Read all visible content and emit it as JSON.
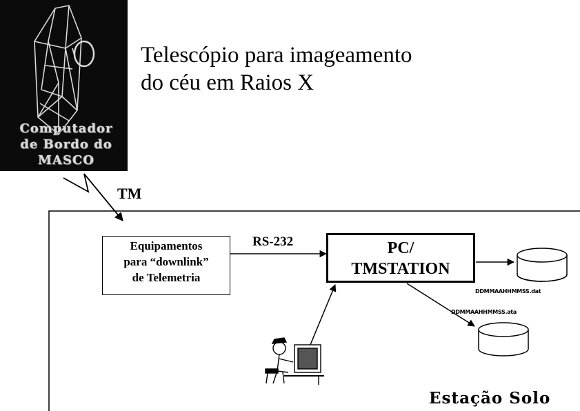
{
  "photo": {
    "caption_lines": [
      "Computador",
      "de Bordo do",
      "MASCO"
    ]
  },
  "telescope_caption": {
    "line1": "Telescópio  para  imageamento",
    "line2": "do céu em Raios X"
  },
  "downlink_label": "TM",
  "equipment_box": {
    "line1": "Equipamentos",
    "line2": "para “downlink”",
    "line3": "de Telemetria"
  },
  "connection_label": "RS-232",
  "pc_box": {
    "line1": "PC/",
    "line2": "TMSTATION"
  },
  "files": {
    "file1": "DDMMAAHHMMSS.dat",
    "file2": "DDMMAAHHMMSS.ata"
  },
  "ground_station_label": "Estação Solo"
}
